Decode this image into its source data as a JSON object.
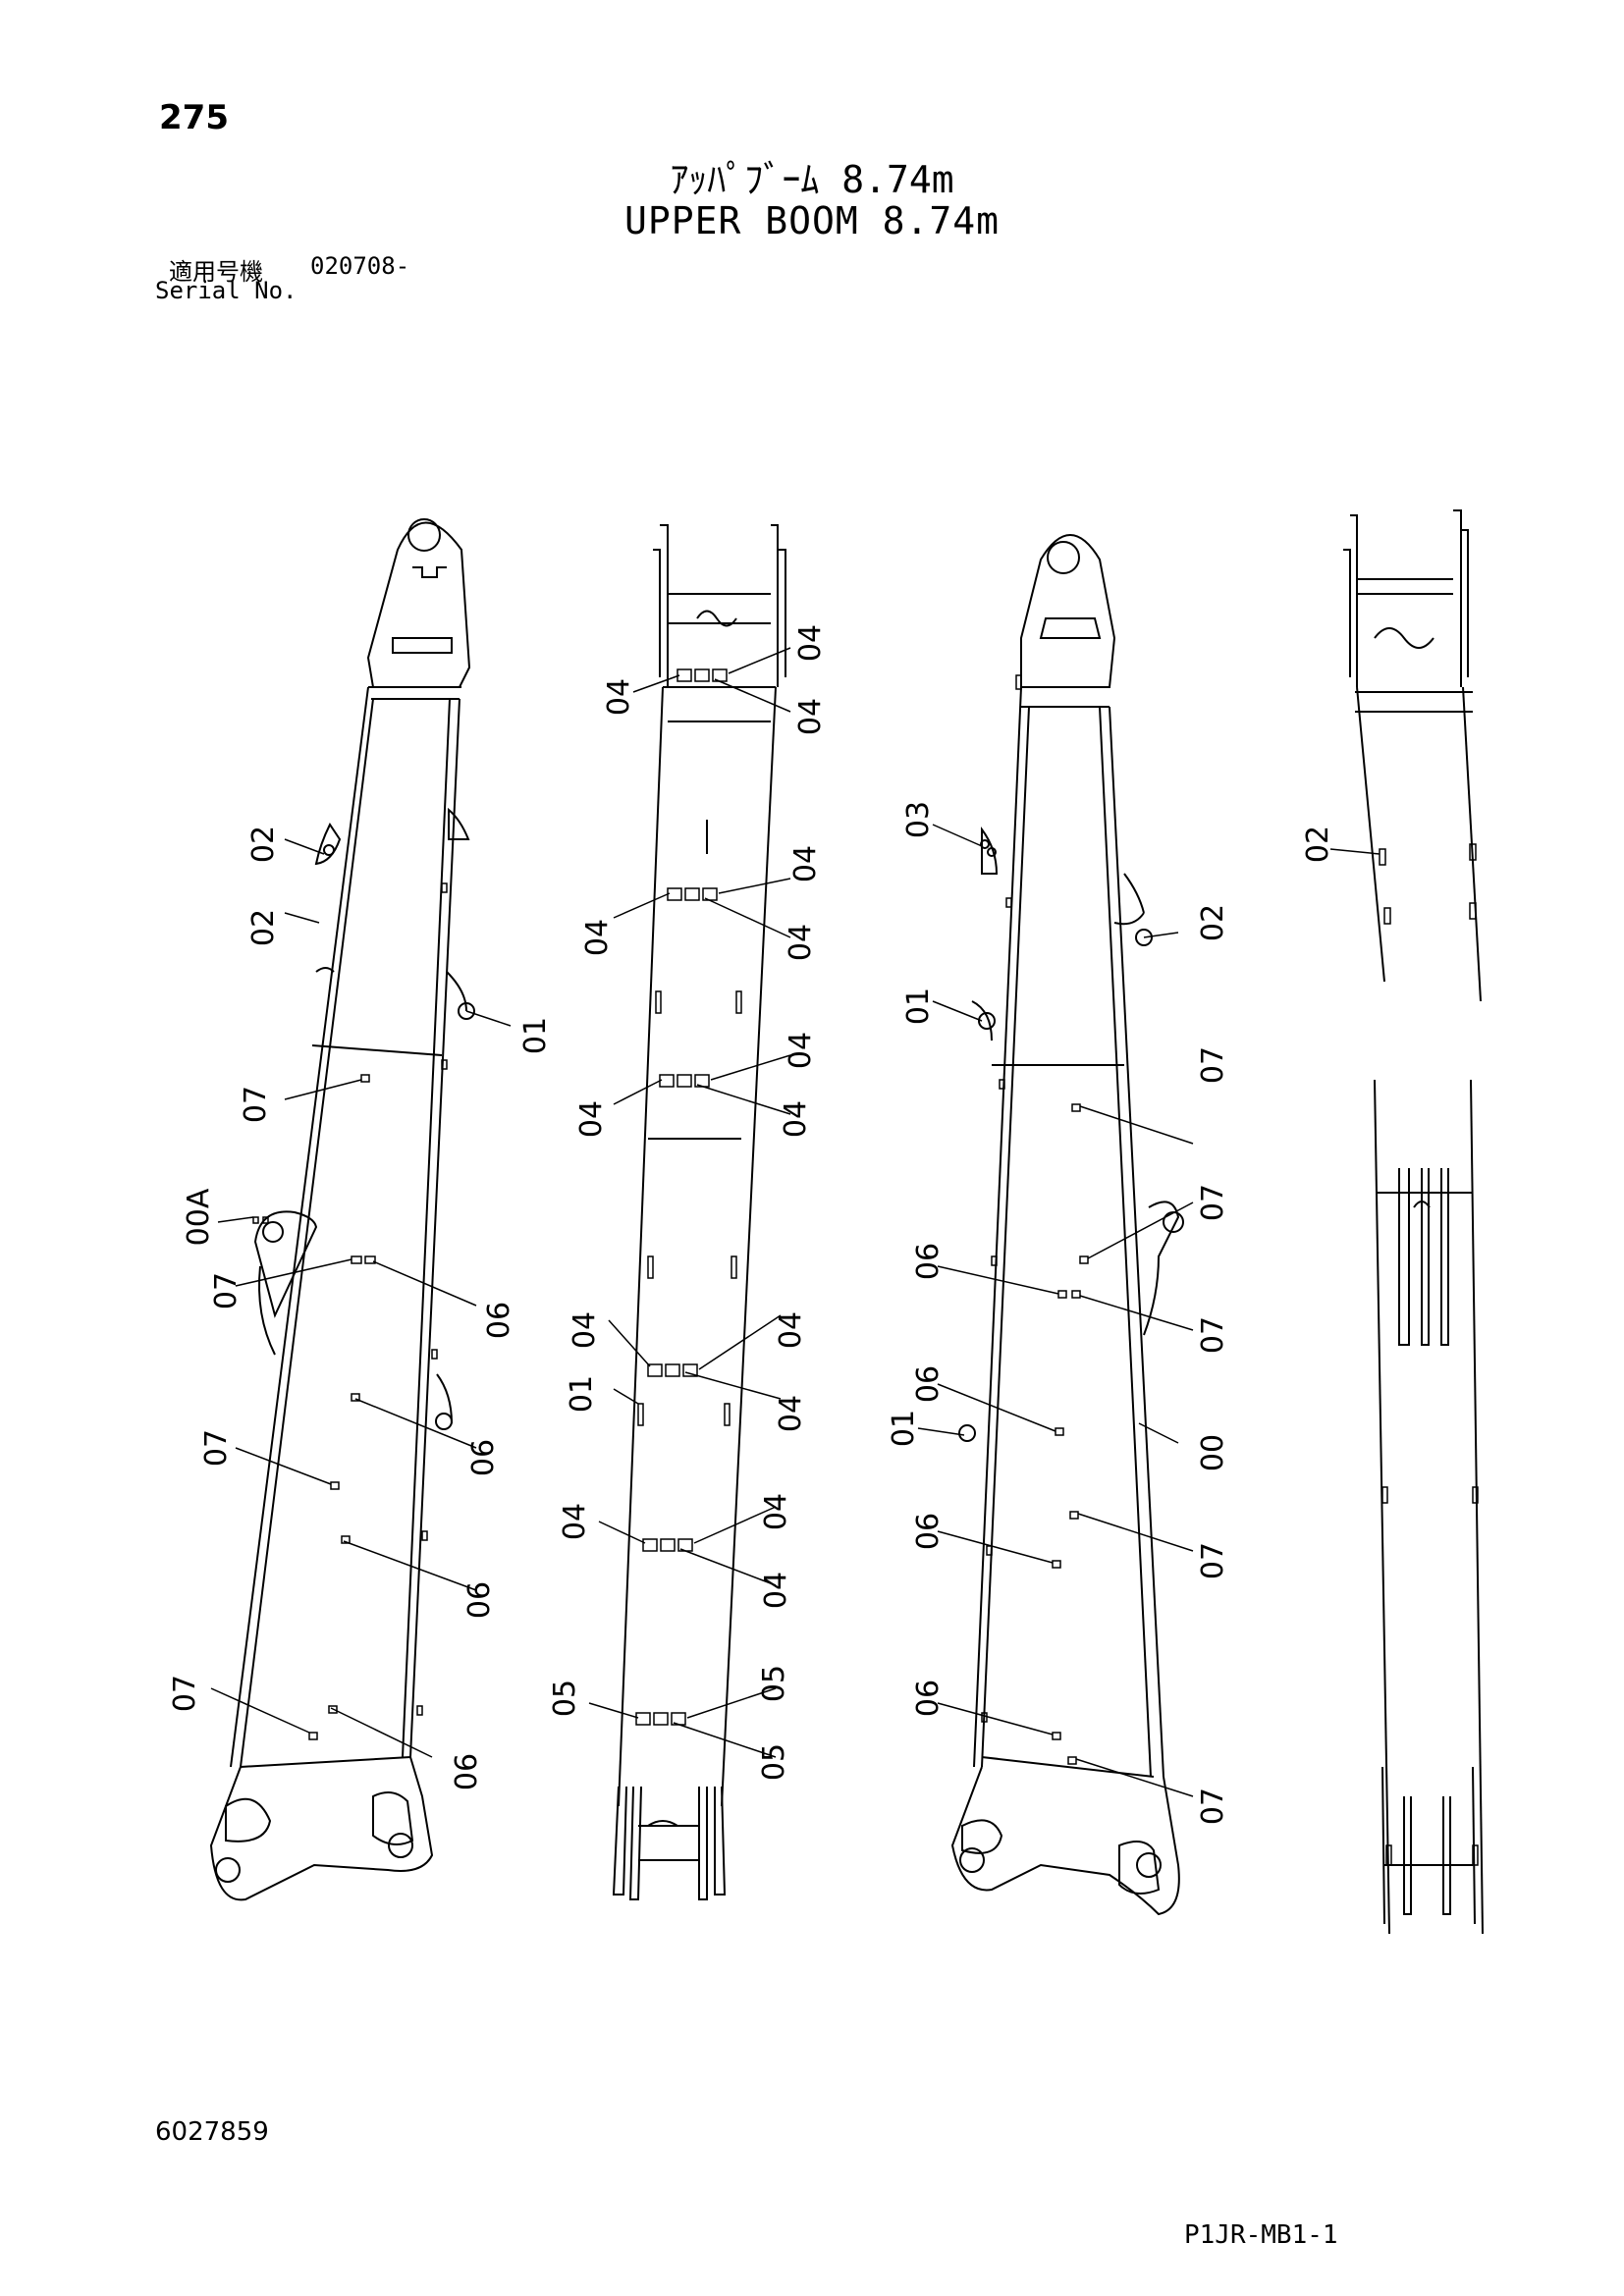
{
  "header": {
    "page_number": "275",
    "title_jp": "ｱｯﾊﾟﾌﾞｰﾑ 8.74m",
    "title_en": "UPPER BOOM 8.74m",
    "serial_label_jp": "適用号機",
    "serial_value": "020708-",
    "serial_label_en": "Serial No."
  },
  "footer": {
    "doc_number": "6027859",
    "sheet_code": "P1JR-MB1-1"
  },
  "callouts": {
    "v1": [
      "02",
      "02",
      "01",
      "07",
      "00A",
      "07",
      "06",
      "07",
      "06",
      "06",
      "07",
      "06"
    ],
    "v2": [
      "04",
      "04",
      "04",
      "04",
      "04",
      "04",
      "04",
      "04",
      "04",
      "04",
      "04",
      "04",
      "01",
      "04",
      "04",
      "04",
      "05",
      "05",
      "05"
    ],
    "v3": [
      "03",
      "02",
      "01",
      "07",
      "07",
      "06",
      "07",
      "06",
      "01",
      "00",
      "06",
      "07",
      "06",
      "07"
    ],
    "v4": [
      "02"
    ]
  }
}
